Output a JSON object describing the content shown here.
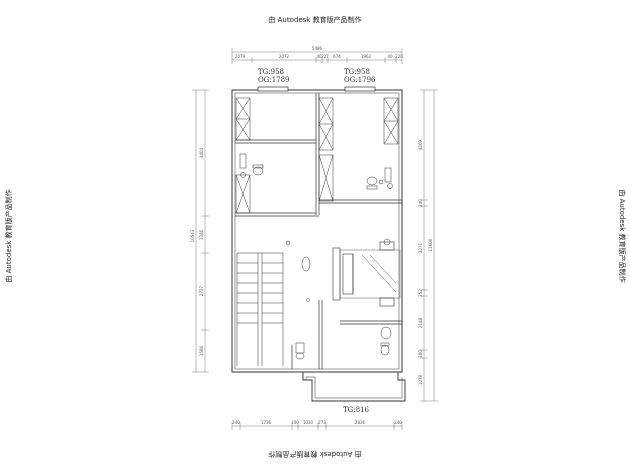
{
  "watermarks": {
    "top": "由 Autodesk 教育版产品制作",
    "bottom": "由 Autodesk 教育版产品制作",
    "left": "由 Autodesk 教育版产品制作",
    "right": "由 Autodesk 教育版产品制作"
  },
  "labels": {
    "tg_left": "TG:958",
    "og_left": "OG:1789",
    "tg_right": "TG:958",
    "og_right": "OG:1796",
    "tg_bottom": "TG:816"
  },
  "dimensions": {
    "top_total": "5486",
    "top_segments": [
      "2079",
      "2072",
      "40",
      "227",
      "674",
      "1962",
      "40",
      "220"
    ],
    "bottom_segments": [
      "240",
      "1736",
      "100",
      "1030",
      "273",
      "2836",
      "240"
    ],
    "left_segments": [
      "4404",
      "1346",
      "2737",
      "1586"
    ],
    "left_total": "10543",
    "right_segments": [
      "4209",
      "240",
      "3271",
      "252",
      "2148",
      "300",
      "1278"
    ],
    "right_total": "11600"
  },
  "colors": {
    "line": "#333333",
    "accent": "#8a6a6a"
  }
}
